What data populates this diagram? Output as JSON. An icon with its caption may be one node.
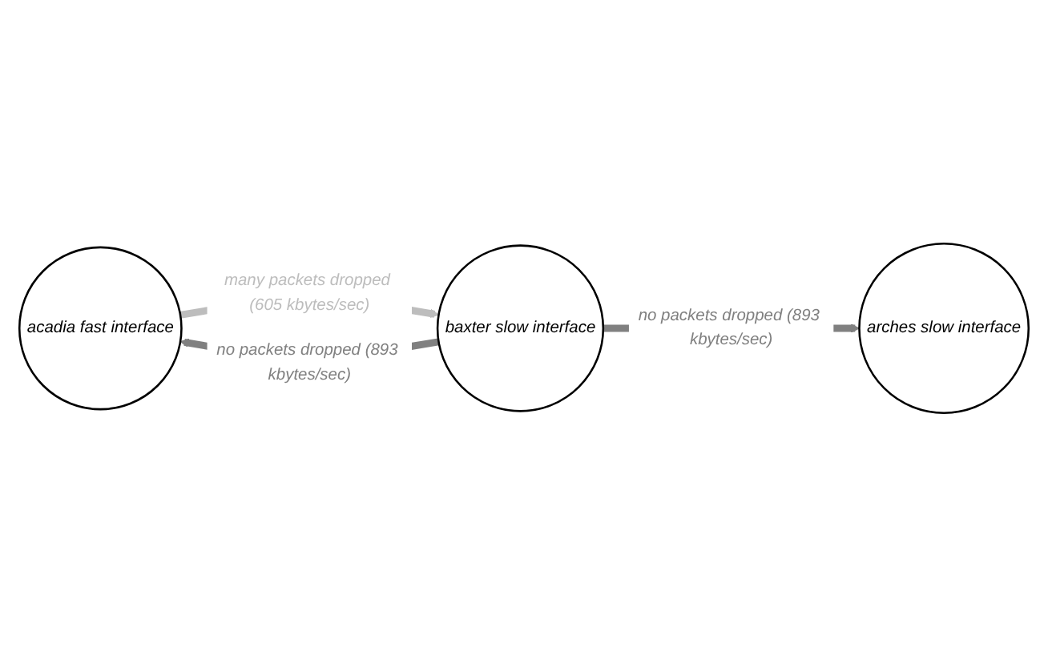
{
  "diagram": {
    "nodes": [
      {
        "text": [
          "acadia fast interface"
        ]
      },
      {
        "text": [
          "baxter slow interface"
        ]
      },
      {
        "text": [
          "arches slow interface"
        ]
      }
    ],
    "edges": [
      {
        "from": 1,
        "to": 0,
        "arrow": "to",
        "label": "no packets dropped (893 kbytes/sec)"
      },
      {
        "from": 0,
        "to": 1,
        "arrow": "to",
        "label": "many packets dropped (605 kbytes/sec)",
        "color": "#bdbdbd"
      },
      {
        "from": 1,
        "to": 2,
        "arrow": "to",
        "label": "no packets dropped (893 kbytes/sec)"
      }
    ]
  }
}
